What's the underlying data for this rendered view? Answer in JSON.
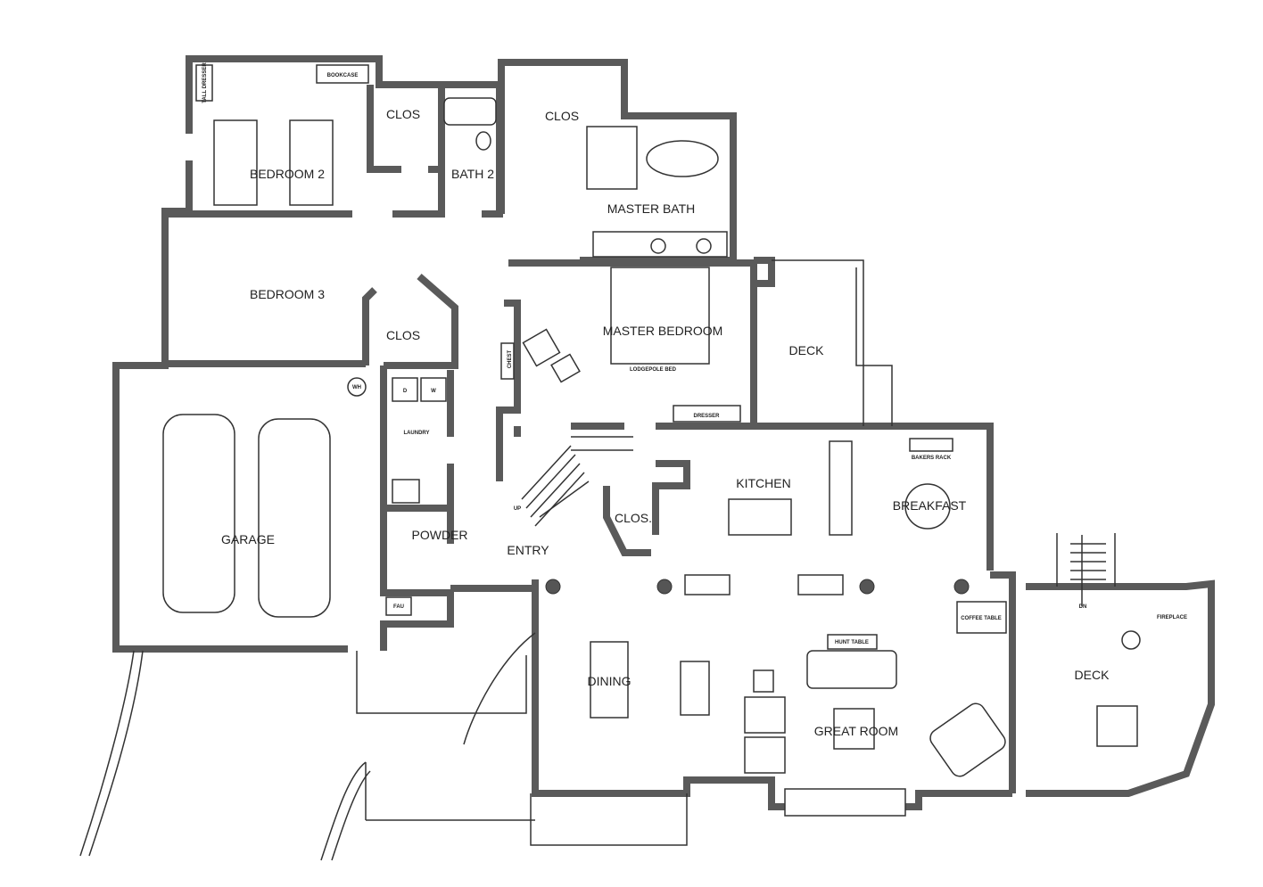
{
  "rooms": {
    "bedroom2": "BEDROOM 2",
    "clos1": "CLOS",
    "bath2": "BATH 2",
    "clos_master": "CLOS",
    "master_bath": "MASTER BATH",
    "bedroom3": "BEDROOM 3",
    "clos3": "CLOS",
    "master_bedroom": "MASTER BEDROOM",
    "deck_upper": "DECK",
    "garage": "GARAGE",
    "laundry": "LAUNDRY",
    "powder": "POWDER",
    "entry": "ENTRY",
    "clos_entry": "CLOS.",
    "kitchen": "KITCHEN",
    "breakfast": "BREAKFAST",
    "dining": "DINING",
    "great_room": "GREAT ROOM",
    "deck_right": "DECK"
  },
  "labels": {
    "tall_dresser": "TALL DRESSER",
    "bookcase": "BOOKCASE",
    "chest": "CHEST",
    "lodgepole_bed": "LODGEPOLE BED",
    "dresser": "DRESSER",
    "wh": "WH",
    "dryer": "D",
    "washer": "W",
    "fau": "FAU",
    "up": "UP",
    "dn": "DN",
    "bakers_rack": "BAKERS RACK",
    "coffee_table": "COFFEE TABLE",
    "hunt_table": "HUNT TABLE",
    "fireplace": "FIREPLACE"
  }
}
